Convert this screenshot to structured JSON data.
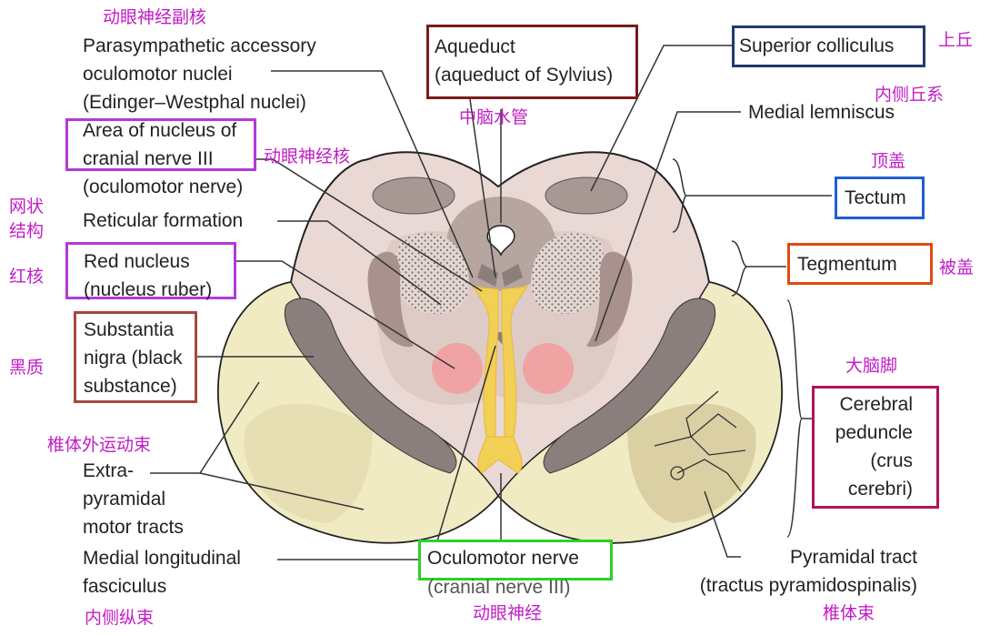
{
  "colors": {
    "annotation_text": "#c21cc6",
    "box_aqueduct": "#7a1b1b",
    "box_superior_colliculus": "#223a6e",
    "box_tectum": "#1f5fd0",
    "box_tegmentum": "#e24a14",
    "box_red_nucleus": "#b23bd6",
    "box_oculomotor_nucleus": "#b23bd6",
    "box_substantia_nigra": "#a5493d",
    "box_cerebral_peduncle": "#b0135c",
    "box_oculomotor_nerve": "#2bd12b",
    "tissue_base": "#e9d8d3",
    "peduncle_fill": "#f1ebc3",
    "substantia_nigra_fill": "#8a7f7c",
    "red_nucleus_fill": "#f0a3a3",
    "nerve_fiber_fill": "#f2cf55"
  },
  "labels": {
    "parasympathetic": [
      "Parasympathetic accessory",
      "oculomotor nuclei",
      "(Edinger–Westphal nuclei)"
    ],
    "nucleus_cn3": [
      "Area of nucleus of",
      "cranial nerve III",
      "(oculomotor nerve)"
    ],
    "reticular": "Reticular formation",
    "red_nucleus": [
      "Red nucleus",
      "(nucleus ruber)"
    ],
    "substantia_nigra": [
      "Substantia",
      "nigra (black",
      "substance)"
    ],
    "extrapyramidal": [
      "Extra-",
      "pyramidal",
      "motor tracts"
    ],
    "mlf": [
      "Medial longitudinal",
      "fasciculus"
    ],
    "aqueduct": [
      "Aqueduct",
      "(aqueduct of Sylvius)"
    ],
    "superior_colliculus": "Superior colliculus",
    "medial_lemniscus": "Medial lemniscus",
    "tectum": "Tectum",
    "tegmentum": "Tegmentum",
    "cerebral_peduncle": [
      "Cerebral",
      "peduncle",
      "(crus",
      "cerebri)"
    ],
    "oculomotor_nerve": [
      "Oculomotor nerve",
      "(cranial nerve III)"
    ],
    "pyramidal_tract": [
      "Pyramidal tract",
      "(tractus pyramidospinalis)"
    ]
  },
  "annotations_zh": {
    "ew_nucleus": "动眼神经副核",
    "oculomotor_nucleus": "动眼神经核",
    "reticular_1": "网状",
    "reticular_2": "结构",
    "red_nucleus": "红核",
    "substantia_nigra": "黑质",
    "extrapyramidal": "椎体外运动束",
    "mlf": "内侧纵束",
    "aqueduct": "中脑水管",
    "superior_colliculus": "上丘",
    "medial_lemniscus": "内侧丘系",
    "tectum": "顶盖",
    "tegmentum": "被盖",
    "cerebral_peduncle": "大脑脚",
    "oculomotor_nerve": "动眼神经",
    "pyramidal_tract": "椎体束"
  }
}
